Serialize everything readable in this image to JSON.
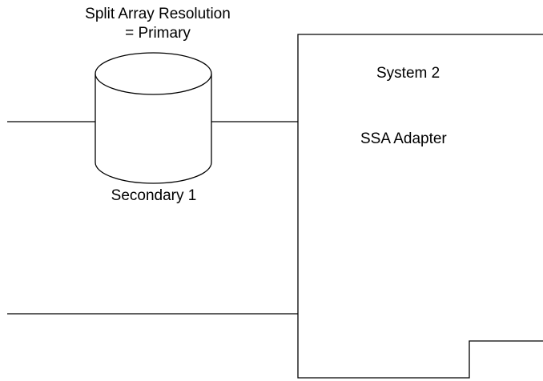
{
  "callout": {
    "line1": "Split Array Resolution",
    "line2": "= Primary"
  },
  "disk": {
    "label": "Secondary 1",
    "icon": "disk-cylinder-icon"
  },
  "system": {
    "title": "System 2",
    "adapter_label": "SSA Adapter"
  },
  "colors": {
    "stroke": "#000000",
    "background": "#ffffff"
  }
}
